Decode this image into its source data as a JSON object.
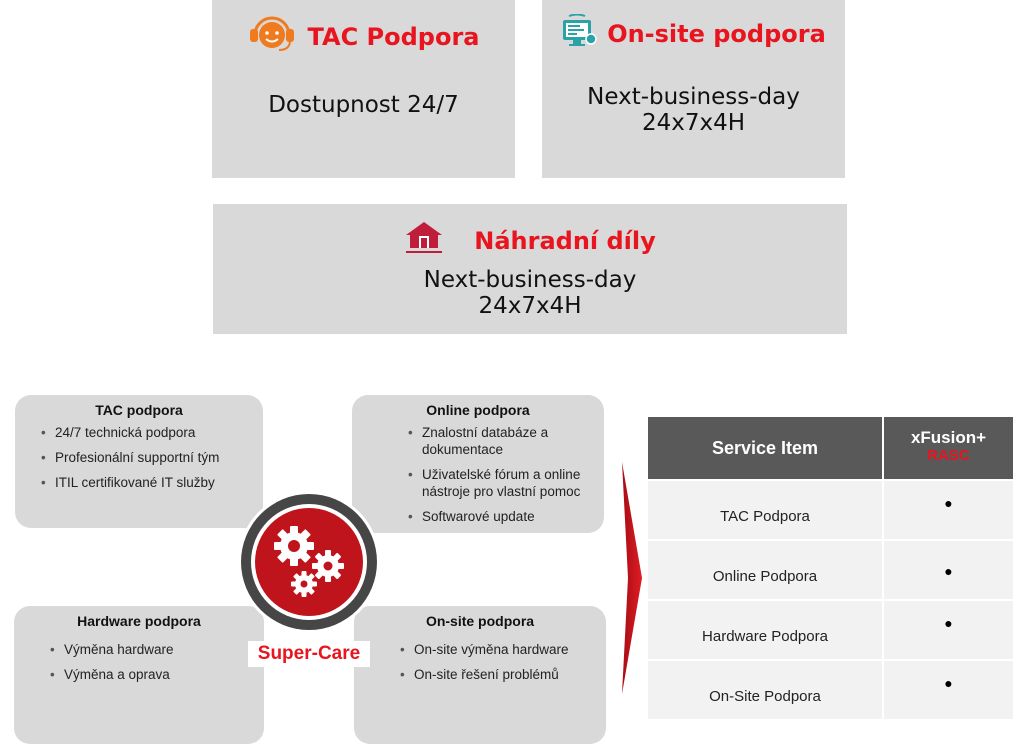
{
  "top_cards": {
    "tac": {
      "title": "TAC Podpora",
      "lines": [
        "Dostupnost 24/7"
      ],
      "title_color": "#e8141e",
      "icon": "headset-icon",
      "icon_color": "#f07a1e"
    },
    "onsite": {
      "title": "On-site podpora",
      "lines": [
        "Next-business-day",
        "24x7x4H"
      ],
      "title_color": "#e8141e",
      "icon": "computer-tool-icon",
      "icon_color": "#2aa3a8"
    },
    "parts": {
      "title": "Náhradní díly",
      "lines": [
        "Next-business-day",
        "24x7x4H"
      ],
      "title_color": "#e8141e",
      "icon": "warehouse-icon",
      "icon_color": "#c01d3a"
    }
  },
  "supercare": {
    "label": "Super-Care",
    "label_color": "#e8141e",
    "icon": "gears-icon",
    "boxes": {
      "tac": {
        "title": "TAC podpora",
        "items": [
          "24/7 technická podpora",
          "Profesionální supportní tým",
          "ITIL certifikované IT služby"
        ]
      },
      "online": {
        "title": "Online podpora",
        "items": [
          "Znalostní databáze a dokumentace",
          "Uživatelské fórum a online nástroje pro vlastní pomoc",
          "Softwarové update"
        ]
      },
      "hardware": {
        "title": "Hardware podpora",
        "items": [
          "Výměna hardware",
          "Výměna a oprava"
        ]
      },
      "onsite": {
        "title": "On-site podpora",
        "items": [
          "On-site výměna hardware",
          "On-site řešení problémů"
        ]
      }
    }
  },
  "table": {
    "col1_header": "Service Item",
    "col2_header": "xFusion+",
    "col2_sub": "RASC",
    "col2_sub_color": "#e8141e",
    "rows": [
      {
        "item": "TAC Podpora",
        "mark": "●"
      },
      {
        "item": "Online Podpora",
        "mark": "●"
      },
      {
        "item": "Hardware Podpora",
        "mark": "●"
      },
      {
        "item": "On-Site Podpora",
        "mark": "●"
      }
    ]
  }
}
